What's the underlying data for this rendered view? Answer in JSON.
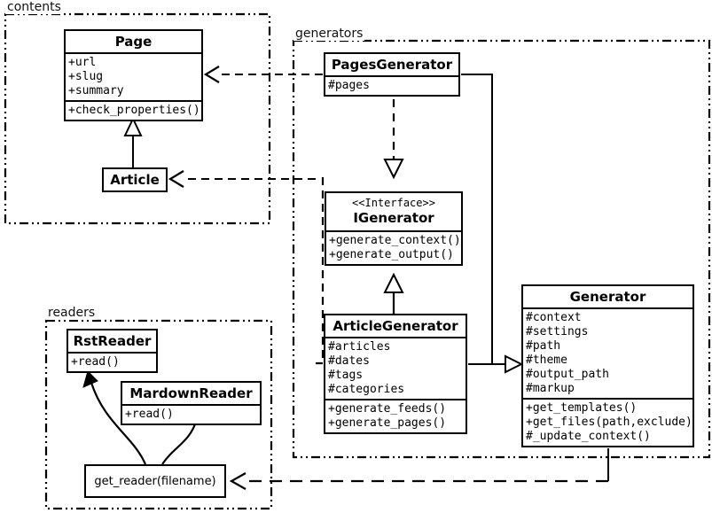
{
  "diagram": {
    "kind": "uml-class-diagram",
    "background": "#ffffff",
    "line_color": "#000000"
  },
  "packages": [
    {
      "id": "contents",
      "label": "contents"
    },
    {
      "id": "generators",
      "label": "generators"
    },
    {
      "id": "readers",
      "label": "readers"
    }
  ],
  "classes": {
    "page": {
      "name": "Page",
      "attributes": [
        "+url",
        "+slug",
        "+summary"
      ],
      "operations": [
        "+check_properties()"
      ]
    },
    "article": {
      "name": "Article",
      "attributes": [],
      "operations": []
    },
    "pages_generator": {
      "name": "PagesGenerator",
      "attributes": [
        "#pages"
      ],
      "operations": []
    },
    "igenerator": {
      "stereotype": "<<Interface>>",
      "name": "IGenerator",
      "attributes": [],
      "operations": [
        "+generate_context()",
        "+generate_output()"
      ]
    },
    "article_generator": {
      "name": "ArticleGenerator",
      "attributes": [
        "#articles",
        "#dates",
        "#tags",
        "#categories"
      ],
      "operations": [
        "+generate_feeds()",
        "+generate_pages()"
      ]
    },
    "generator": {
      "name": "Generator",
      "attributes": [
        "#context",
        "#settings",
        "#path",
        "#theme",
        "#output_path",
        "#markup"
      ],
      "operations": [
        "+get_templates()",
        "+get_files(path,exclude)",
        "#_update_context()"
      ]
    },
    "rst_reader": {
      "name": "RstReader",
      "attributes": [],
      "operations": [
        "+read()"
      ]
    },
    "mardown_reader": {
      "name": "MardownReader",
      "attributes": [],
      "operations": [
        "+read()"
      ]
    }
  },
  "functions": {
    "get_reader": {
      "label": "get_reader(filename)"
    }
  },
  "relationships": [
    {
      "type": "generalization",
      "from": "Article",
      "to": "Page"
    },
    {
      "type": "realization",
      "from": "PagesGenerator",
      "to": "IGenerator"
    },
    {
      "type": "realization",
      "from": "ArticleGenerator",
      "to": "IGenerator"
    },
    {
      "type": "generalization",
      "from": "PagesGenerator",
      "to": "Generator"
    },
    {
      "type": "generalization",
      "from": "ArticleGenerator",
      "to": "Generator"
    },
    {
      "type": "dependency",
      "from": "PagesGenerator",
      "to": "Page"
    },
    {
      "type": "dependency",
      "from": "ArticleGenerator",
      "to": "Article"
    },
    {
      "type": "dependency",
      "from": "Generator",
      "to": "get_reader(filename)"
    },
    {
      "type": "call",
      "from": "get_reader(filename)",
      "to": "RstReader"
    },
    {
      "type": "call",
      "from": "get_reader(filename)",
      "to": "MardownReader"
    }
  ]
}
